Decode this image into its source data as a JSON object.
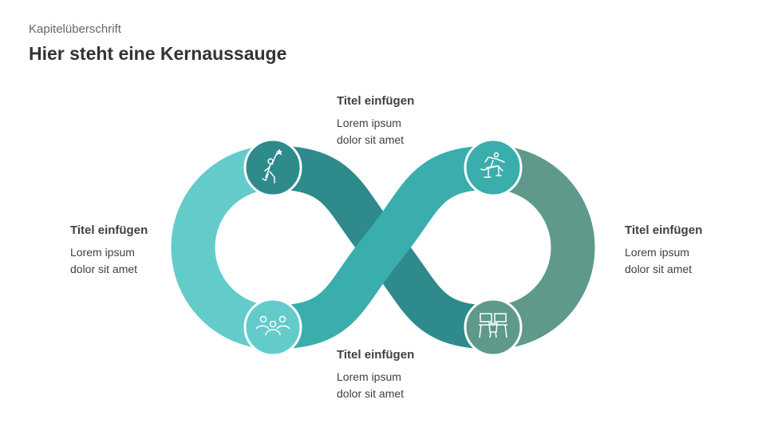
{
  "header": {
    "chapter": "Kapitelüberschrift",
    "title": "Hier steht eine Kernaussauge"
  },
  "blocks": [
    {
      "title": "Titel einfügen",
      "line1": "Lorem ipsum",
      "line2": "dolor sit amet"
    },
    {
      "title": "Titel einfügen",
      "line1": "Lorem ipsum",
      "line2": "dolor sit amet"
    },
    {
      "title": "Titel einfügen",
      "line1": "Lorem ipsum",
      "line2": "dolor sit amet"
    },
    {
      "title": "Titel einfügen",
      "line1": "Lorem ipsum",
      "line2": "dolor sit amet"
    }
  ],
  "colors": {
    "light": "#64CBCB",
    "dark": "#2E8A8B",
    "mid": "#3AADAD",
    "sage": "#5E998B"
  },
  "icons": [
    "celebrate-icon",
    "hurdle-runner-icon",
    "team-icon",
    "workstation-icon"
  ]
}
